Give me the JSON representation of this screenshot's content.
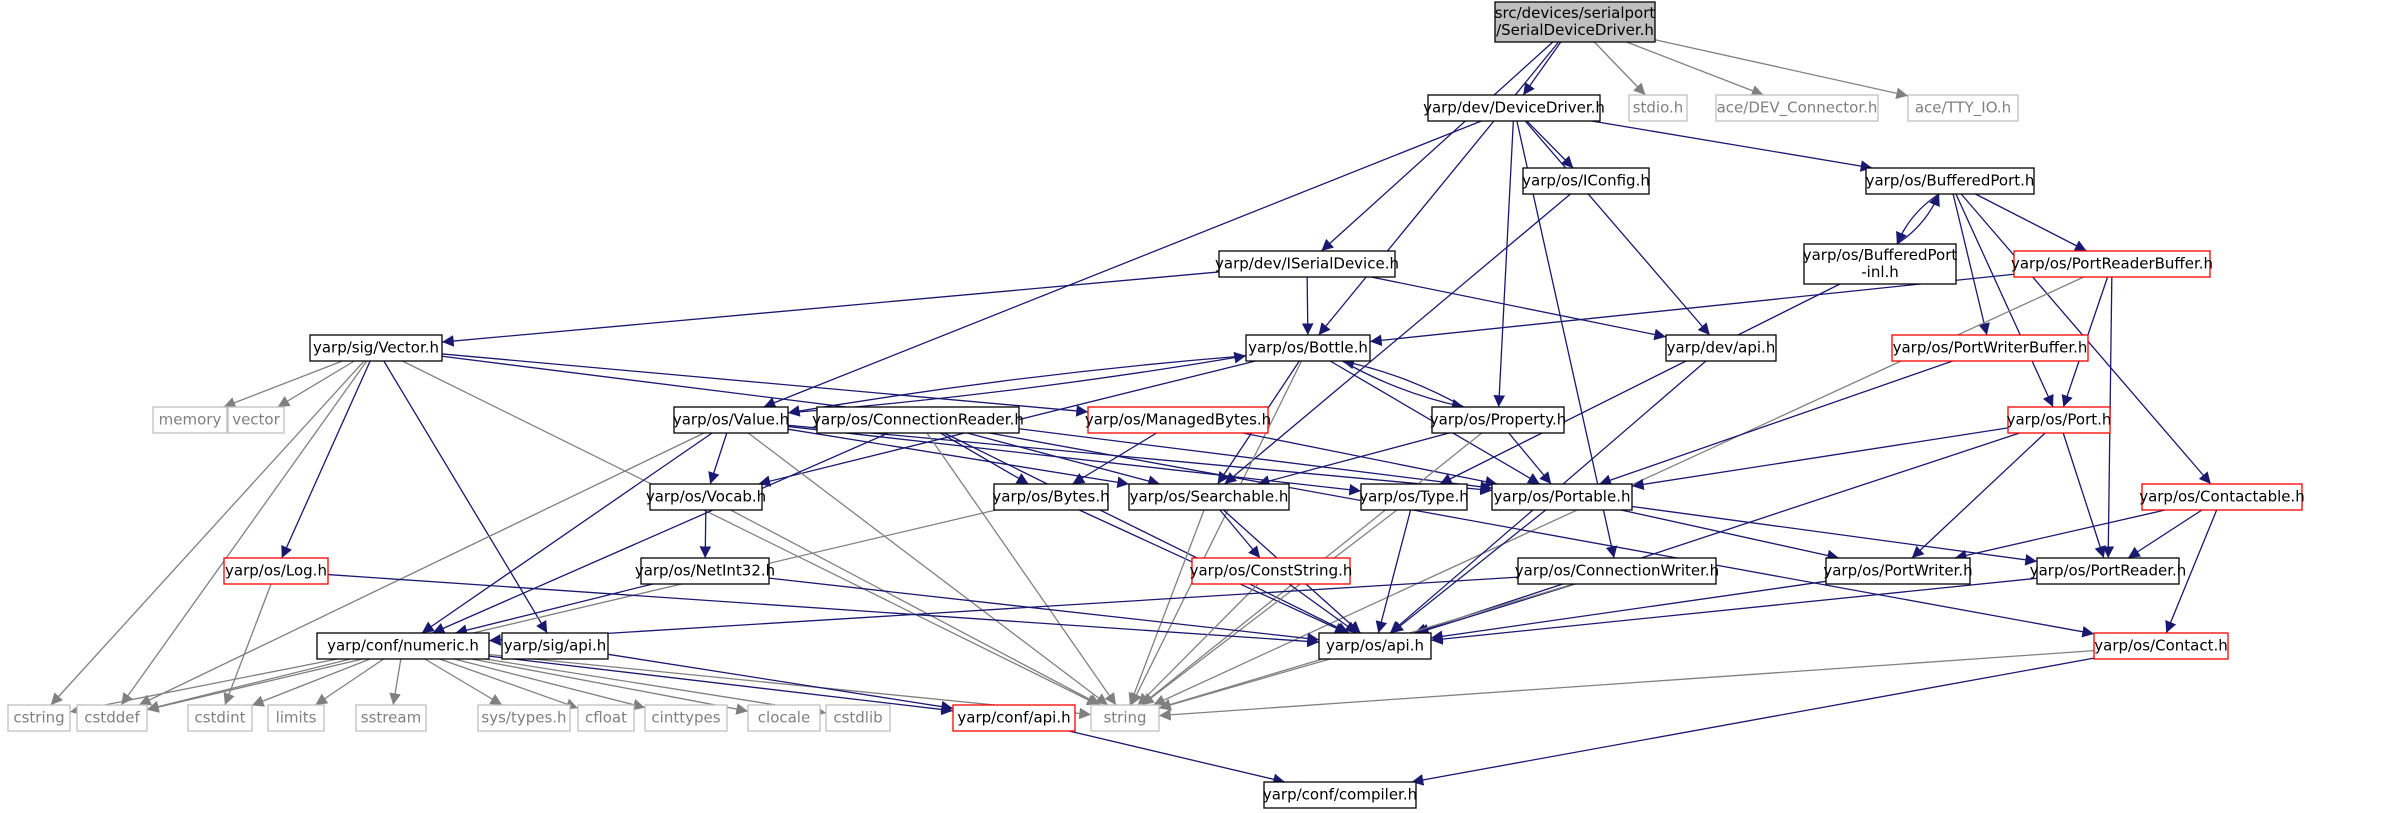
{
  "colors": {
    "edge": "#191970",
    "edge_external": "#808080",
    "root_fill": "#bfbfbf",
    "node_border": "#000000",
    "missing_border": "#ff0000",
    "external_border": "#bfbfbf",
    "external_text": "#808080"
  },
  "nodes": [
    {
      "id": "root",
      "lines": [
        "src/devices/serialport",
        "/SerialDeviceDriver.h"
      ],
      "kind": "root"
    },
    {
      "id": "devicedriver",
      "lines": [
        "yarp/dev/DeviceDriver.h"
      ],
      "kind": "normal"
    },
    {
      "id": "stdio",
      "lines": [
        "stdio.h"
      ],
      "kind": "external"
    },
    {
      "id": "devconn",
      "lines": [
        "ace/DEV_Connector.h"
      ],
      "kind": "external"
    },
    {
      "id": "ttyio",
      "lines": [
        "ace/TTY_IO.h"
      ],
      "kind": "external"
    },
    {
      "id": "iconfig",
      "lines": [
        "yarp/os/IConfig.h"
      ],
      "kind": "normal"
    },
    {
      "id": "bufferedport",
      "lines": [
        "yarp/os/BufferedPort.h"
      ],
      "kind": "normal"
    },
    {
      "id": "bufferedportinl",
      "lines": [
        "yarp/os/BufferedPort",
        "-inl.h"
      ],
      "kind": "normal"
    },
    {
      "id": "portreaderbuffer",
      "lines": [
        "yarp/os/PortReaderBuffer.h"
      ],
      "kind": "missing"
    },
    {
      "id": "iserial",
      "lines": [
        "yarp/dev/ISerialDevice.h"
      ],
      "kind": "normal"
    },
    {
      "id": "vector",
      "lines": [
        "yarp/sig/Vector.h"
      ],
      "kind": "normal"
    },
    {
      "id": "bottle",
      "lines": [
        "yarp/os/Bottle.h"
      ],
      "kind": "normal"
    },
    {
      "id": "devapi",
      "lines": [
        "yarp/dev/api.h"
      ],
      "kind": "normal"
    },
    {
      "id": "portwriterbuffer",
      "lines": [
        "yarp/os/PortWriterBuffer.h"
      ],
      "kind": "missing"
    },
    {
      "id": "memory",
      "lines": [
        "memory"
      ],
      "kind": "external"
    },
    {
      "id": "vectorstd",
      "lines": [
        "vector"
      ],
      "kind": "external"
    },
    {
      "id": "value",
      "lines": [
        "yarp/os/Value.h"
      ],
      "kind": "normal"
    },
    {
      "id": "connreader",
      "lines": [
        "yarp/os/ConnectionReader.h"
      ],
      "kind": "normal"
    },
    {
      "id": "managedbytes",
      "lines": [
        "yarp/os/ManagedBytes.h"
      ],
      "kind": "missing"
    },
    {
      "id": "property",
      "lines": [
        "yarp/os/Property.h"
      ],
      "kind": "normal"
    },
    {
      "id": "port",
      "lines": [
        "yarp/os/Port.h"
      ],
      "kind": "missing"
    },
    {
      "id": "vocab",
      "lines": [
        "yarp/os/Vocab.h"
      ],
      "kind": "normal"
    },
    {
      "id": "bytes",
      "lines": [
        "yarp/os/Bytes.h"
      ],
      "kind": "normal"
    },
    {
      "id": "searchable",
      "lines": [
        "yarp/os/Searchable.h"
      ],
      "kind": "normal"
    },
    {
      "id": "type",
      "lines": [
        "yarp/os/Type.h"
      ],
      "kind": "normal"
    },
    {
      "id": "portable",
      "lines": [
        "yarp/os/Portable.h"
      ],
      "kind": "normal"
    },
    {
      "id": "contactable",
      "lines": [
        "yarp/os/Contactable.h"
      ],
      "kind": "missing"
    },
    {
      "id": "log",
      "lines": [
        "yarp/os/Log.h"
      ],
      "kind": "missing"
    },
    {
      "id": "netint32",
      "lines": [
        "yarp/os/NetInt32.h"
      ],
      "kind": "normal"
    },
    {
      "id": "conststring",
      "lines": [
        "yarp/os/ConstString.h"
      ],
      "kind": "missing"
    },
    {
      "id": "connwriter",
      "lines": [
        "yarp/os/ConnectionWriter.h"
      ],
      "kind": "normal"
    },
    {
      "id": "portwriter",
      "lines": [
        "yarp/os/PortWriter.h"
      ],
      "kind": "normal"
    },
    {
      "id": "portreader",
      "lines": [
        "yarp/os/PortReader.h"
      ],
      "kind": "normal"
    },
    {
      "id": "numeric",
      "lines": [
        "yarp/conf/numeric.h"
      ],
      "kind": "normal"
    },
    {
      "id": "sigapi",
      "lines": [
        "yarp/sig/api.h"
      ],
      "kind": "normal"
    },
    {
      "id": "osapi",
      "lines": [
        "yarp/os/api.h"
      ],
      "kind": "normal"
    },
    {
      "id": "contact",
      "lines": [
        "yarp/os/Contact.h"
      ],
      "kind": "missing"
    },
    {
      "id": "cstring",
      "lines": [
        "cstring"
      ],
      "kind": "external"
    },
    {
      "id": "cstddef",
      "lines": [
        "cstddef"
      ],
      "kind": "external"
    },
    {
      "id": "cstdint",
      "lines": [
        "cstdint"
      ],
      "kind": "external"
    },
    {
      "id": "limits",
      "lines": [
        "limits"
      ],
      "kind": "external"
    },
    {
      "id": "sstream",
      "lines": [
        "sstream"
      ],
      "kind": "external"
    },
    {
      "id": "systypes",
      "lines": [
        "sys/types.h"
      ],
      "kind": "external"
    },
    {
      "id": "cfloat",
      "lines": [
        "cfloat"
      ],
      "kind": "external"
    },
    {
      "id": "cinttypes",
      "lines": [
        "cinttypes"
      ],
      "kind": "external"
    },
    {
      "id": "clocale",
      "lines": [
        "clocale"
      ],
      "kind": "external"
    },
    {
      "id": "cstdlib",
      "lines": [
        "cstdlib"
      ],
      "kind": "external"
    },
    {
      "id": "confapi",
      "lines": [
        "yarp/conf/api.h"
      ],
      "kind": "missing"
    },
    {
      "id": "string",
      "lines": [
        "string"
      ],
      "kind": "external"
    },
    {
      "id": "compiler",
      "lines": [
        "yarp/conf/compiler.h"
      ],
      "kind": "normal"
    }
  ],
  "edges": [
    [
      "root",
      "devicedriver"
    ],
    [
      "root",
      "stdio"
    ],
    [
      "root",
      "devconn"
    ],
    [
      "root",
      "ttyio"
    ],
    [
      "root",
      "iserial"
    ],
    [
      "root",
      "bottle"
    ],
    [
      "devicedriver",
      "iconfig"
    ],
    [
      "devicedriver",
      "bufferedport"
    ],
    [
      "devicedriver",
      "devapi"
    ],
    [
      "devicedriver",
      "property"
    ],
    [
      "devicedriver",
      "value"
    ],
    [
      "devicedriver",
      "connwriter"
    ],
    [
      "iconfig",
      "searchable"
    ],
    [
      "bufferedport",
      "bufferedportinl"
    ],
    [
      "bufferedportinl",
      "bufferedport"
    ],
    [
      "bufferedport",
      "portreaderbuffer"
    ],
    [
      "bufferedport",
      "portwriterbuffer"
    ],
    [
      "bufferedport",
      "port"
    ],
    [
      "bufferedport",
      "contactable"
    ],
    [
      "bufferedportinl",
      "type"
    ],
    [
      "portreaderbuffer",
      "bottle"
    ],
    [
      "portreaderbuffer",
      "port"
    ],
    [
      "portreaderbuffer",
      "portreader"
    ],
    [
      "portreaderbuffer",
      "string"
    ],
    [
      "portwriterbuffer",
      "portable"
    ],
    [
      "iserial",
      "vector"
    ],
    [
      "iserial",
      "bottle"
    ],
    [
      "iserial",
      "devapi"
    ],
    [
      "devapi",
      "osapi"
    ],
    [
      "vector",
      "memory"
    ],
    [
      "vector",
      "vectorstd"
    ],
    [
      "vector",
      "cstring"
    ],
    [
      "vector",
      "cstddef"
    ],
    [
      "vector",
      "log"
    ],
    [
      "vector",
      "sigapi"
    ],
    [
      "vector",
      "portable"
    ],
    [
      "vector",
      "managedbytes"
    ],
    [
      "vector",
      "string"
    ],
    [
      "bottle",
      "value"
    ],
    [
      "value",
      "bottle"
    ],
    [
      "bottle",
      "property"
    ],
    [
      "property",
      "bottle"
    ],
    [
      "bottle",
      "searchable"
    ],
    [
      "bottle",
      "portable"
    ],
    [
      "bottle",
      "vocab"
    ],
    [
      "bottle",
      "string"
    ],
    [
      "value",
      "vocab"
    ],
    [
      "value",
      "searchable"
    ],
    [
      "value",
      "portable"
    ],
    [
      "value",
      "numeric"
    ],
    [
      "value",
      "cstddef"
    ],
    [
      "value",
      "string"
    ],
    [
      "value",
      "type"
    ],
    [
      "connreader",
      "bytes"
    ],
    [
      "connreader",
      "searchable"
    ],
    [
      "connreader",
      "numeric"
    ],
    [
      "connreader",
      "string"
    ],
    [
      "connreader",
      "contact"
    ],
    [
      "connreader",
      "osapi"
    ],
    [
      "managedbytes",
      "bytes"
    ],
    [
      "managedbytes",
      "portable"
    ],
    [
      "property",
      "searchable"
    ],
    [
      "property",
      "portable"
    ],
    [
      "property",
      "string"
    ],
    [
      "port",
      "portable"
    ],
    [
      "port",
      "portwriter"
    ],
    [
      "port",
      "portreader"
    ],
    [
      "port",
      "osapi"
    ],
    [
      "vocab",
      "netint32"
    ],
    [
      "vocab",
      "string"
    ],
    [
      "bytes",
      "osapi"
    ],
    [
      "bytes",
      "cstddef"
    ],
    [
      "searchable",
      "conststring"
    ],
    [
      "searchable",
      "osapi"
    ],
    [
      "searchable",
      "string"
    ],
    [
      "type",
      "osapi"
    ],
    [
      "type",
      "string"
    ],
    [
      "portable",
      "portwriter"
    ],
    [
      "portable",
      "portreader"
    ],
    [
      "portable",
      "osapi"
    ],
    [
      "contactable",
      "portwriter"
    ],
    [
      "contactable",
      "portreader"
    ],
    [
      "contactable",
      "contact"
    ],
    [
      "log",
      "osapi"
    ],
    [
      "log",
      "cstdint"
    ],
    [
      "netint32",
      "numeric"
    ],
    [
      "netint32",
      "osapi"
    ],
    [
      "conststring",
      "osapi"
    ],
    [
      "conststring",
      "string"
    ],
    [
      "connwriter",
      "numeric"
    ],
    [
      "connwriter",
      "osapi"
    ],
    [
      "connwriter",
      "string"
    ],
    [
      "portwriter",
      "osapi"
    ],
    [
      "portreader",
      "osapi"
    ],
    [
      "numeric",
      "cstring"
    ],
    [
      "numeric",
      "cstddef"
    ],
    [
      "numeric",
      "cstdint"
    ],
    [
      "numeric",
      "limits"
    ],
    [
      "numeric",
      "sstream"
    ],
    [
      "numeric",
      "systypes"
    ],
    [
      "numeric",
      "cfloat"
    ],
    [
      "numeric",
      "cinttypes"
    ],
    [
      "numeric",
      "clocale"
    ],
    [
      "numeric",
      "cstdlib"
    ],
    [
      "numeric",
      "confapi"
    ],
    [
      "numeric",
      "string"
    ],
    [
      "sigapi",
      "confapi"
    ],
    [
      "osapi",
      "string"
    ],
    [
      "contact",
      "string"
    ],
    [
      "contact",
      "compiler"
    ],
    [
      "confapi",
      "compiler"
    ]
  ]
}
